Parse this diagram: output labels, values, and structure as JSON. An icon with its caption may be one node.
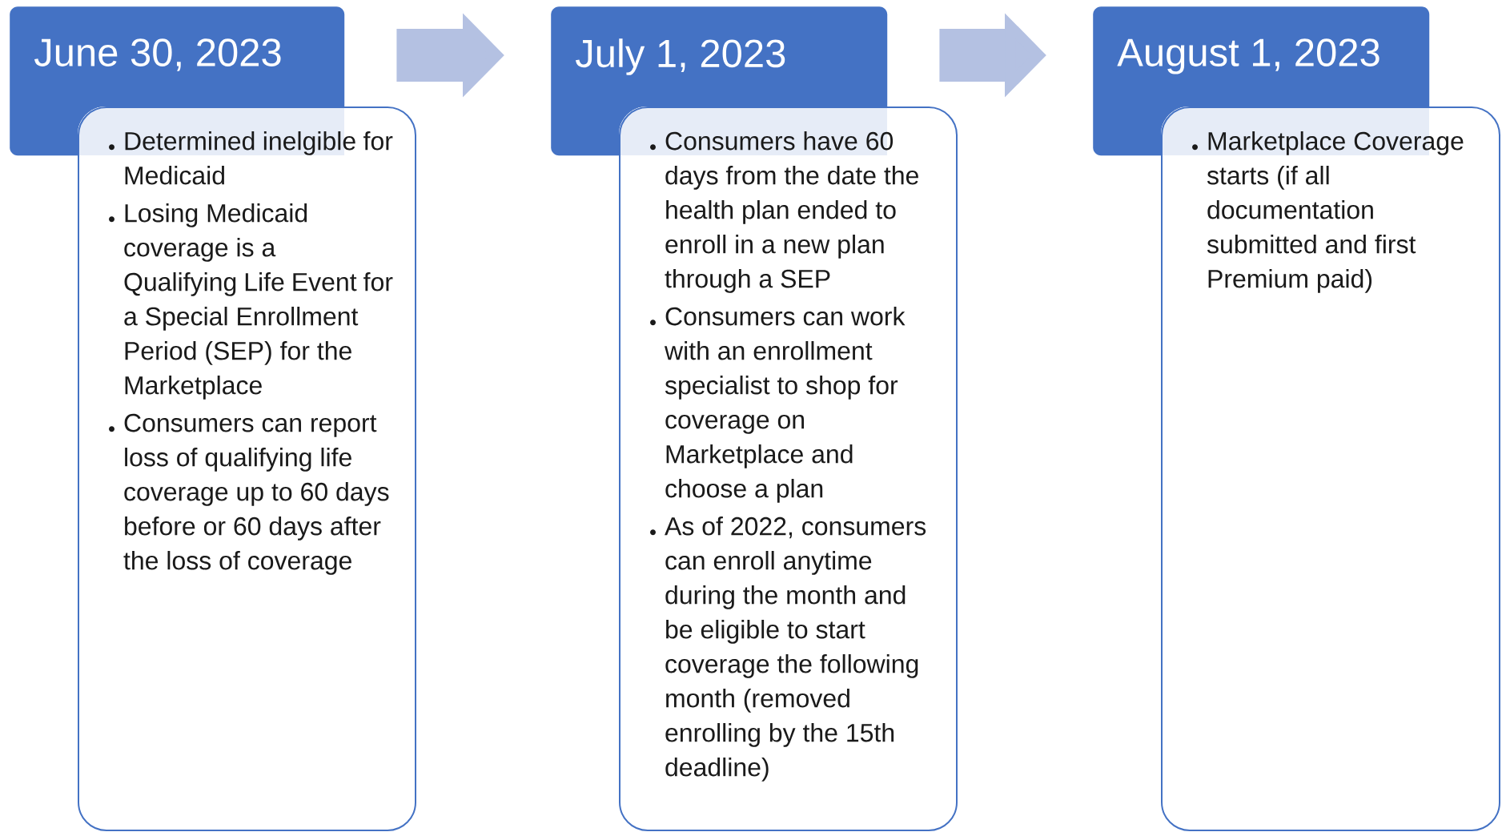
{
  "diagram": {
    "nodes": [
      {
        "text": [
          "June 30, 2023"
        ]
      },
      {
        "text": [
          "Determined inelgible for Medicaid",
          "Losing Medicaid coverage is a Qualifying Life Event for a Special Enrollment Period (SEP) for the Marketplace",
          "Consumers can report loss of qualifying life coverage up to 60 days before or 60 days after the loss of coverage"
        ]
      },
      {
        "text": [
          "July 1, 2023"
        ]
      },
      {
        "text": [
          "Consumers have 60 days from the date the health plan ended to enroll in a new plan through a SEP",
          "Consumers can work with an enrollment specialist to shop for coverage on Marketplace and choose a plan",
          "As of 2022, consumers can enroll anytime during the month and be eligible to start coverage the following month (removed enrolling by the 15th deadline)"
        ]
      },
      {
        "text": [
          "August 1, 2023"
        ]
      },
      {
        "text": [
          "Marketplace Coverage starts (if all documentation submitted and first Premium paid)"
        ]
      }
    ],
    "edges": [
      {
        "from": 0,
        "to": 2,
        "arrow": "to"
      },
      {
        "from": 2,
        "to": 4,
        "arrow": "to"
      }
    ]
  }
}
